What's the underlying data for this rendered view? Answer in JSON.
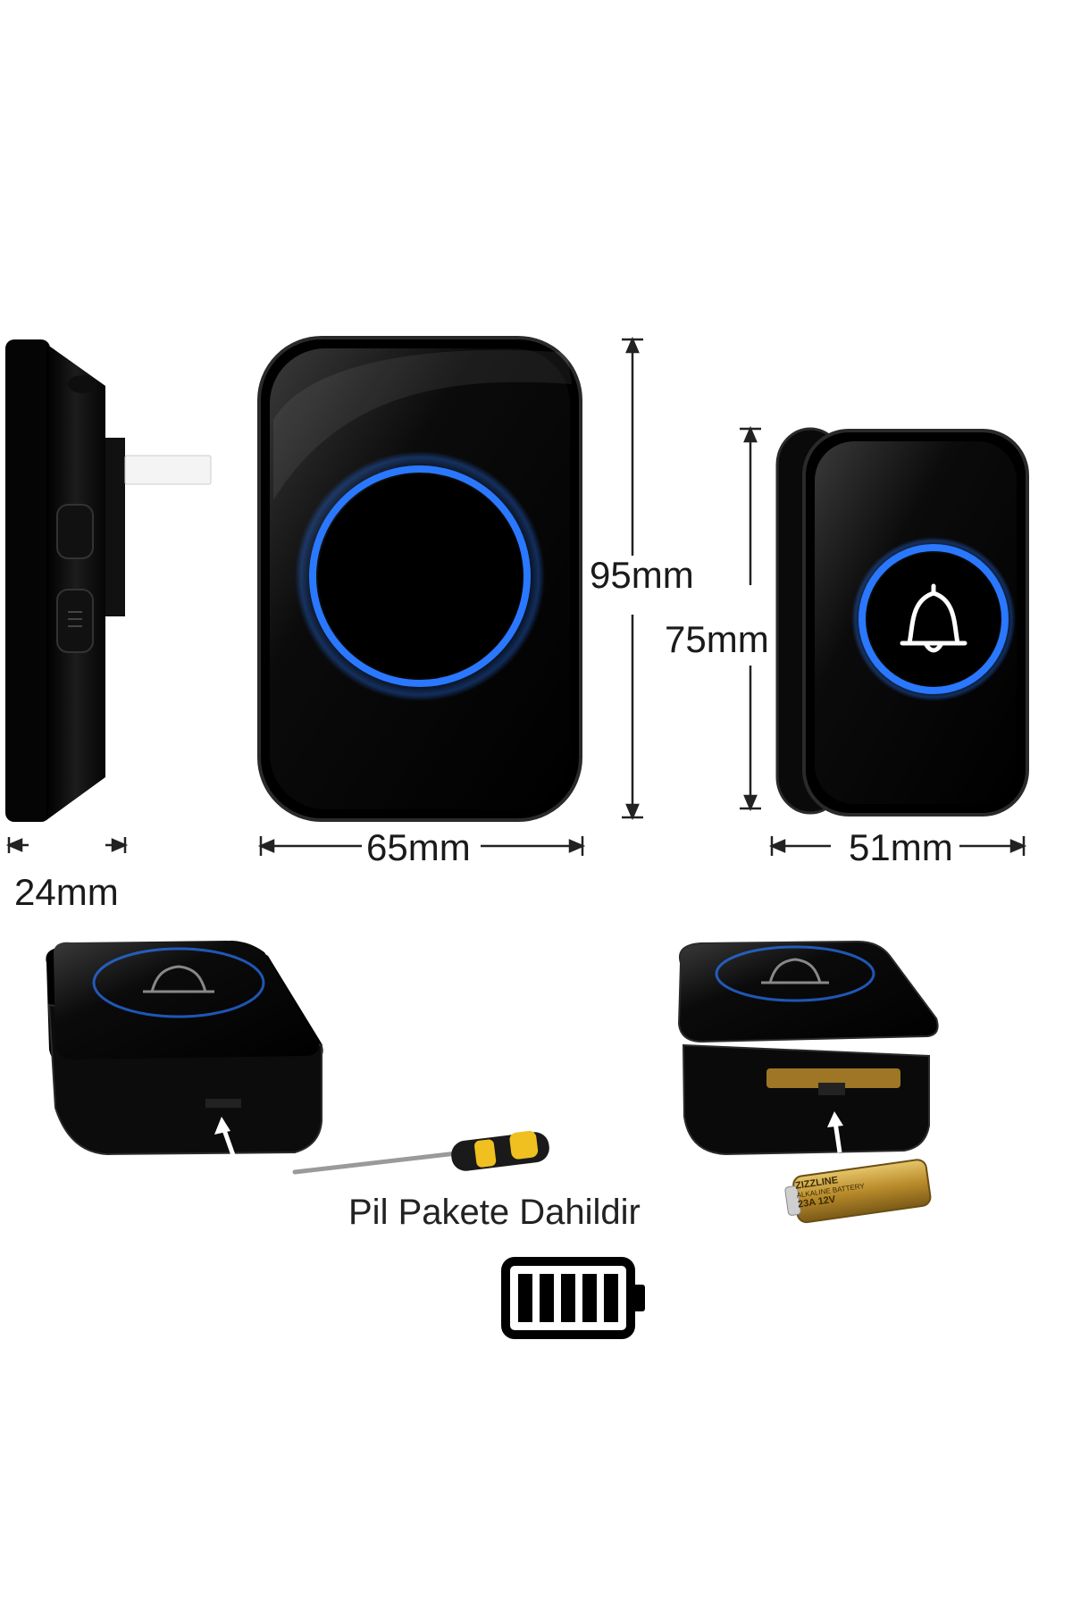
{
  "dimensions": {
    "side_depth": "24mm",
    "receiver_width": "65mm",
    "receiver_height": "95mm",
    "button_height": "75mm",
    "button_width": "51mm"
  },
  "caption": "Pil Pakete Dahildir",
  "battery_print": {
    "brand": "ZIZZLINE",
    "type": "ALKALINE BATTERY",
    "model": "23A 12V"
  },
  "colors": {
    "device_body": "#050505",
    "ring_accent": "#2a78ff",
    "dimension_line": "#222222",
    "background": "#ffffff"
  },
  "icons": [
    "bell-icon",
    "battery-full-icon",
    "arrow-up-icon",
    "screwdriver-icon"
  ]
}
